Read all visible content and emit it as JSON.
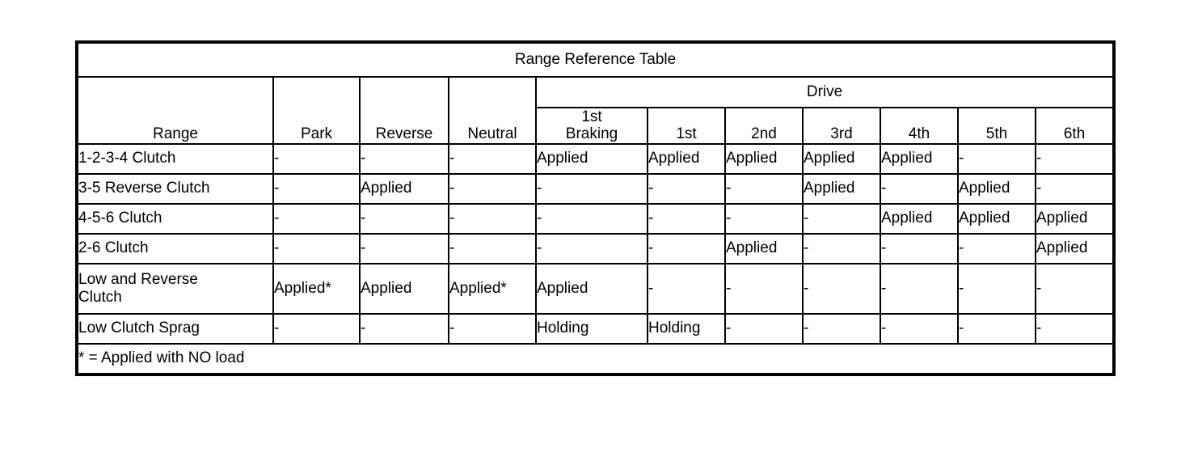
{
  "table": {
    "title": "Range Reference Table",
    "group_header": "Drive",
    "row_header_label": "Range",
    "columns": [
      "Park",
      "Reverse",
      "Neutral",
      "1st\nBraking",
      "1st",
      "2nd",
      "3rd",
      "4th",
      "5th",
      "6th"
    ],
    "drive_columns": [
      "1st Braking",
      "1st",
      "2nd",
      "3rd",
      "4th",
      "5th",
      "6th"
    ],
    "non_drive_columns": [
      "Park",
      "Reverse",
      "Neutral"
    ],
    "col_1st_braking_line1": "1st",
    "col_1st_braking_line2": "Braking",
    "col_park": "Park",
    "col_reverse": "Reverse",
    "col_neutral": "Neutral",
    "col_1st": "1st",
    "col_2nd": "2nd",
    "col_3rd": "3rd",
    "col_4th": "4th",
    "col_5th": "5th",
    "col_6th": "6th",
    "rows": [
      {
        "label": "1-2-3-4 Clutch",
        "label_line1": "1-2-3-4 Clutch",
        "label_line2": "",
        "values": [
          "-",
          "-",
          "-",
          "Applied",
          "Applied",
          "Applied",
          "Applied",
          "Applied",
          "-",
          "-"
        ]
      },
      {
        "label": "3-5 Reverse Clutch",
        "label_line1": "3-5 Reverse Clutch",
        "label_line2": "",
        "values": [
          "-",
          "Applied",
          "-",
          "-",
          "-",
          "-",
          "Applied",
          "-",
          "Applied",
          "-"
        ]
      },
      {
        "label": "4-5-6 Clutch",
        "label_line1": "4-5-6 Clutch",
        "label_line2": "",
        "values": [
          "-",
          "-",
          "-",
          "-",
          "-",
          "-",
          "-",
          "Applied",
          "Applied",
          "Applied"
        ]
      },
      {
        "label": "2-6 Clutch",
        "label_line1": "2-6 Clutch",
        "label_line2": "",
        "values": [
          "-",
          "-",
          "-",
          "-",
          "-",
          "Applied",
          "-",
          "-",
          "-",
          "Applied"
        ]
      },
      {
        "label": "Low and Reverse Clutch",
        "label_line1": "Low and Reverse",
        "label_line2": "Clutch",
        "values": [
          "Applied*",
          "Applied",
          "Applied*",
          "Applied",
          "-",
          "-",
          "-",
          "-",
          "-",
          "-"
        ]
      },
      {
        "label": "Low Clutch Sprag",
        "label_line1": "Low Clutch Sprag",
        "label_line2": "",
        "values": [
          "-",
          "-",
          "-",
          "Holding",
          "Holding",
          "-",
          "-",
          "-",
          "-",
          "-"
        ]
      }
    ],
    "footnote": "* = Applied with NO load"
  },
  "colors": {
    "border": "#000000",
    "text": "#000000",
    "background": "#ffffff"
  }
}
